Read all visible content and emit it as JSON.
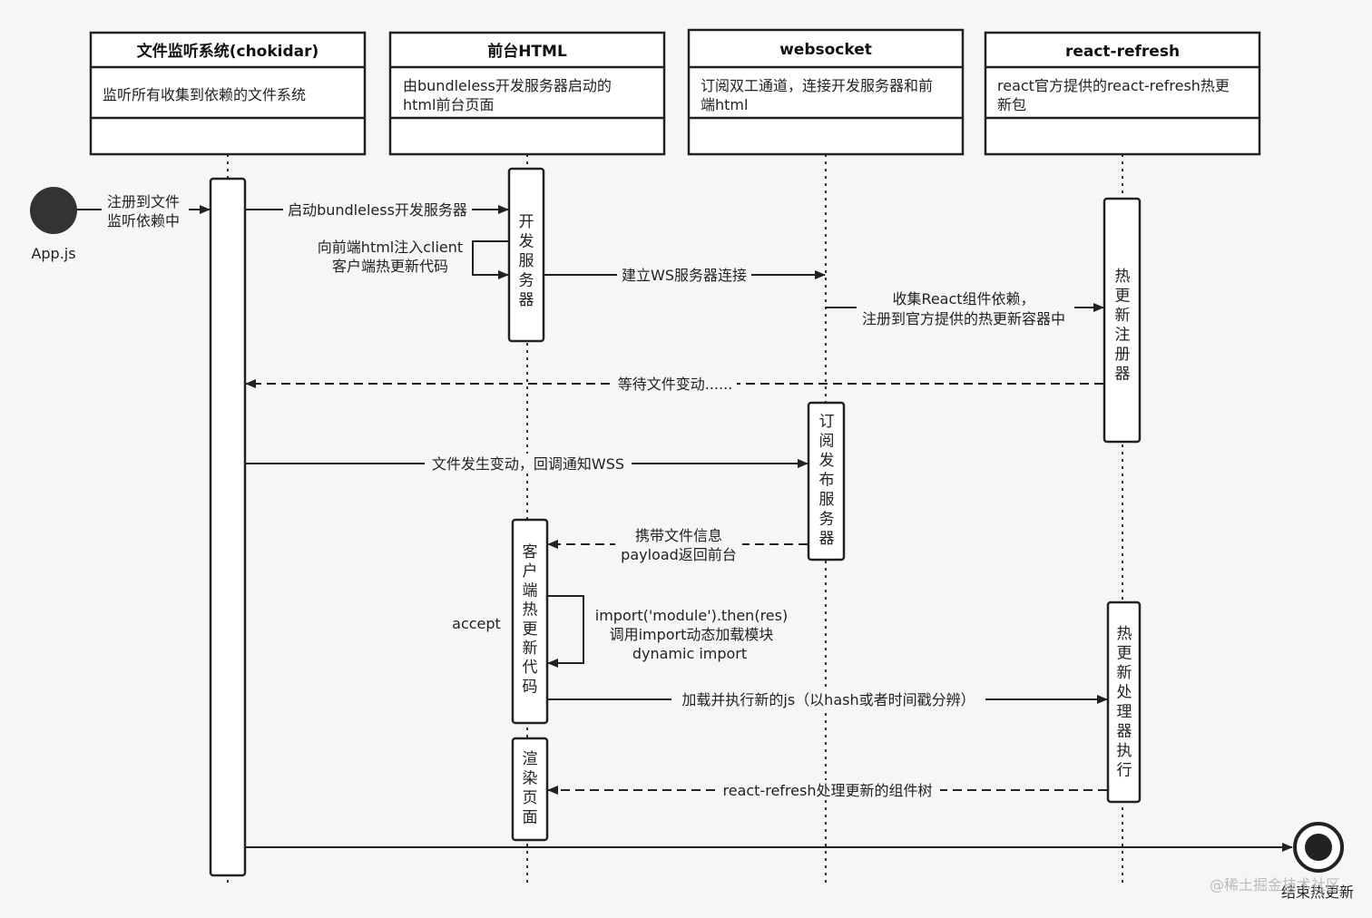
{
  "actors": [
    {
      "title": "文件监听系统(chokidar)",
      "desc": [
        "监听所有收集到依赖的文件系统"
      ]
    },
    {
      "title": "前台HTML",
      "desc": [
        "由bundleless开发服务器启动的",
        "html前台页面"
      ]
    },
    {
      "title": "websocket",
      "desc": [
        "订阅双工通道，连接开发服务器和前",
        "端html"
      ]
    },
    {
      "title": "react-refresh",
      "desc": [
        "react官方提供的react-refresh热更",
        "新包"
      ]
    }
  ],
  "start": {
    "label": "App.js"
  },
  "end": {
    "label": "结束热更新"
  },
  "activations": {
    "dev_server": "开发服务器",
    "hot_registry": "热更新注册器",
    "pubsub_server": "订阅发布服务器",
    "client_hot_code": "客户端热更新代码",
    "render_page": "渲染页面",
    "hot_executor": "热更新处理器执行"
  },
  "messages": {
    "register": [
      "注册到文件",
      "监听依赖中"
    ],
    "start_server": "启动bundleless开发服务器",
    "inject_client": [
      "向前端html注入client",
      "客户端热更新代码"
    ],
    "ws_connect": "建立WS服务器连接",
    "collect_deps": [
      "收集React组件依赖，",
      "注册到官方提供的热更新容器中"
    ],
    "wait_change": "等待文件变动......",
    "file_changed": "文件发生变动，回调通知WSS",
    "payload_return": [
      "携带文件信息",
      "payload返回前台"
    ],
    "accept": "accept",
    "dynamic_import": [
      "import('module').then(res)",
      "调用import动态加载模块",
      "dynamic import"
    ],
    "load_exec": "加载并执行新的js（以hash或者时间戳分辨）",
    "update_tree": "react-refresh处理更新的组件树"
  },
  "watermark": "@稀土掘金技术社区"
}
